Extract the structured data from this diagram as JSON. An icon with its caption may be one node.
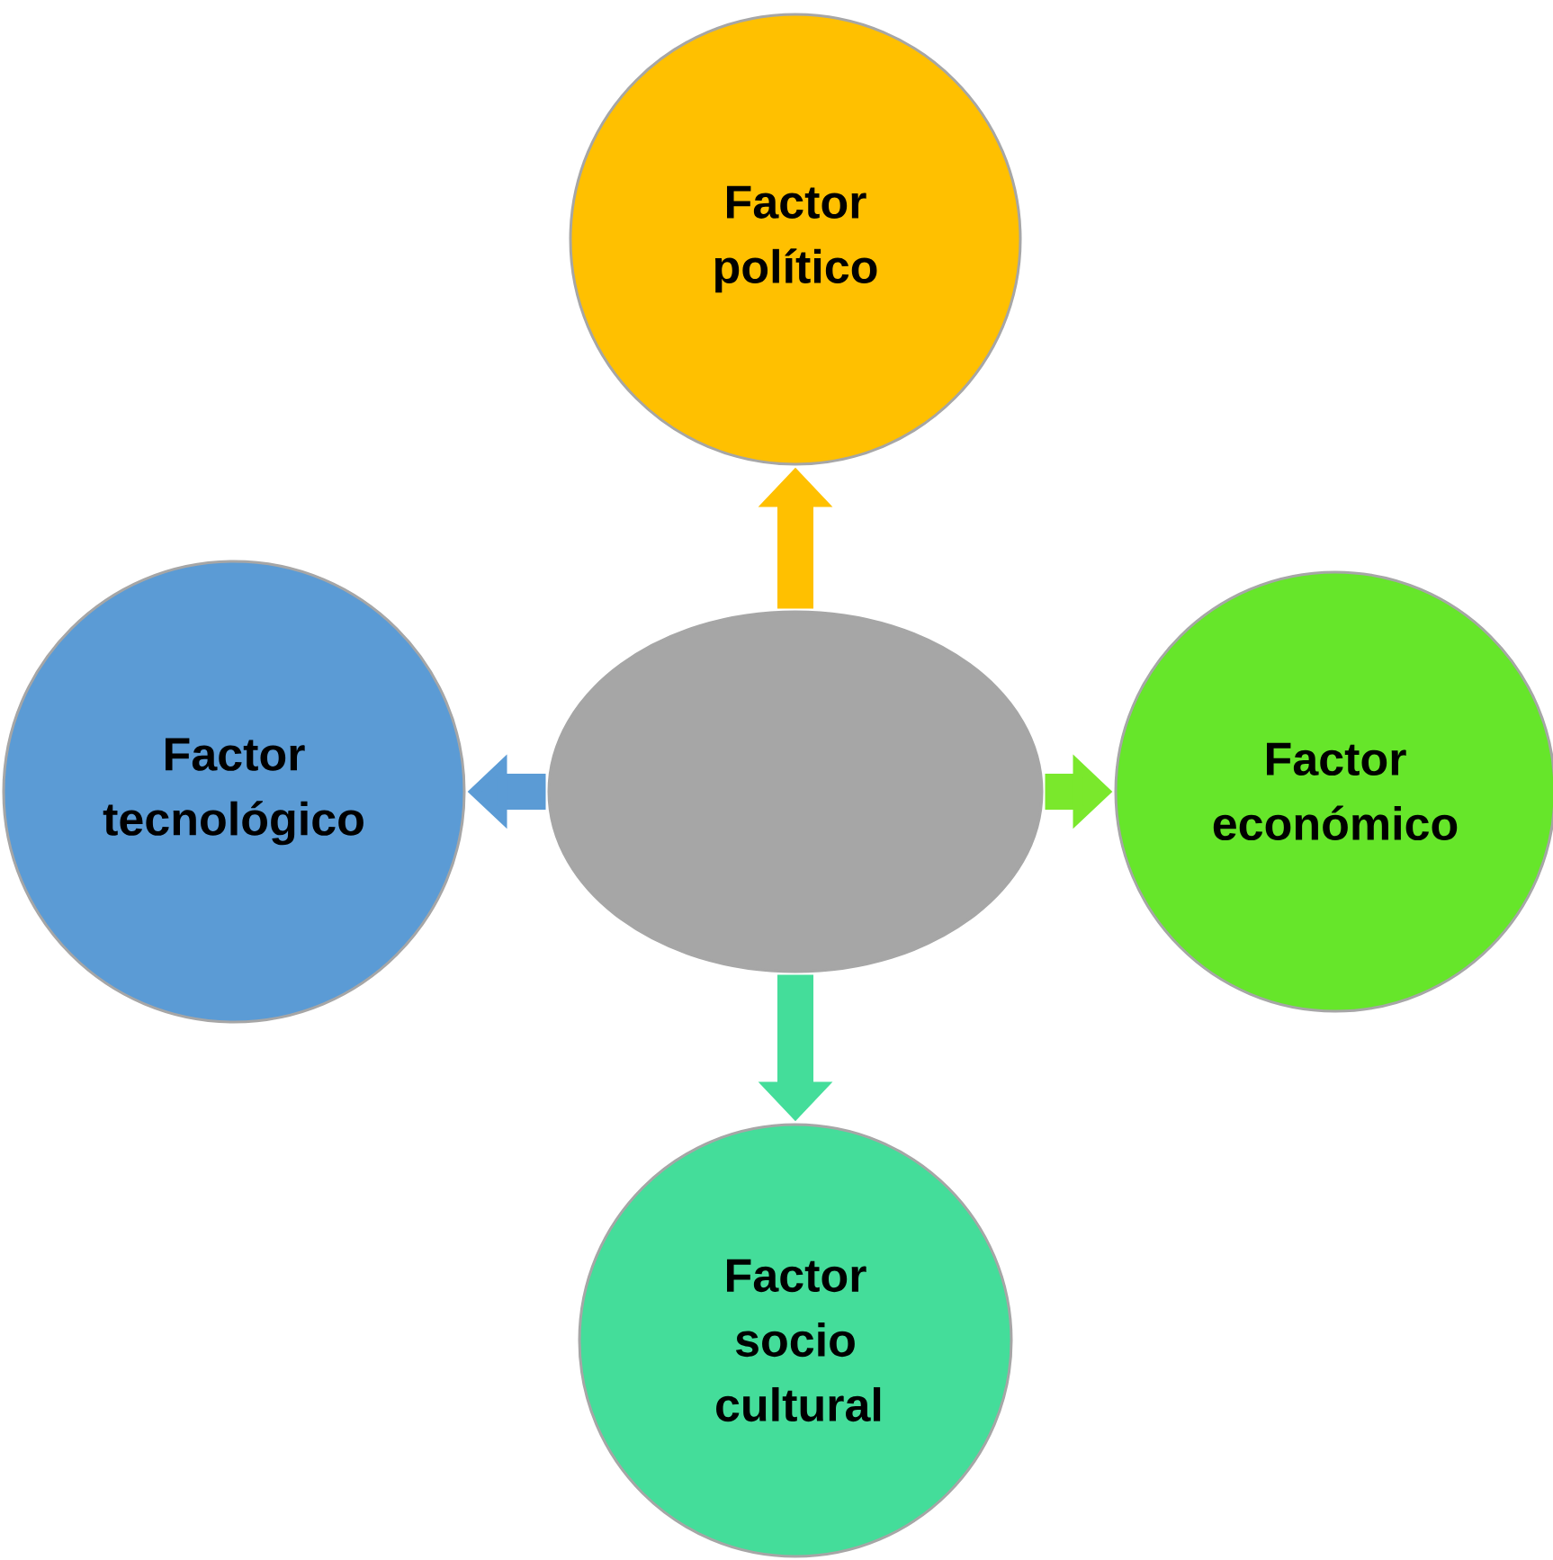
{
  "diagram": {
    "nodes": [
      {
        "text": [
          "Factor político"
        ]
      },
      {
        "text": [
          "Factor tecnológico"
        ]
      },
      {
        "text": [],
        "shape": "ellipse"
      },
      {
        "text": [
          "Factor económico"
        ]
      },
      {
        "text": [
          "Factor socio cultural"
        ]
      }
    ],
    "edges": [
      {
        "from": 2,
        "to": 0,
        "arrow": "to",
        "color": "#ffc000"
      },
      {
        "from": 2,
        "to": 1,
        "arrow": "to",
        "color": "#5b9bd5"
      },
      {
        "from": 2,
        "to": 3,
        "arrow": "to",
        "color": "#7ae82c"
      },
      {
        "from": 2,
        "to": 4,
        "arrow": "to",
        "color": "#44dd9a"
      }
    ]
  }
}
